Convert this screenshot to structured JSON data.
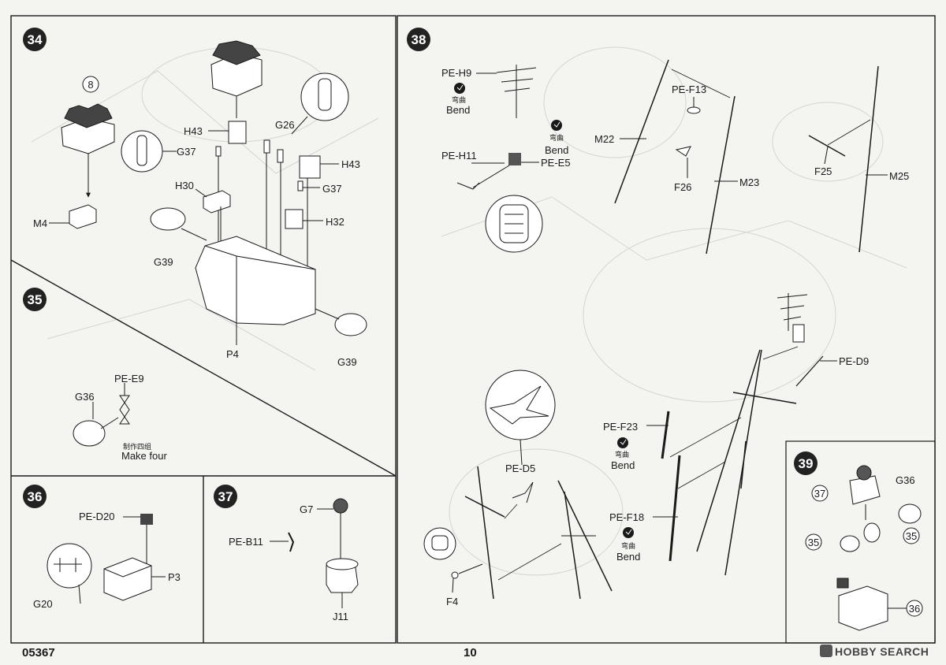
{
  "page": {
    "code": "05367",
    "number": "10",
    "watermark": "HOBBY SEARCH"
  },
  "steps": {
    "s34": {
      "number": "34",
      "ref_circle": "8",
      "labels": {
        "M4": "M4",
        "H43a": "H43",
        "G26": "G26",
        "G37a": "G37",
        "H43b": "H43",
        "G37b": "G37",
        "H30": "H30",
        "H32": "H32",
        "G39a": "G39",
        "P4": "P4",
        "G39b": "G39"
      }
    },
    "s35": {
      "number": "35",
      "labels": {
        "PE_E9": "PE-E9",
        "G36": "G36"
      },
      "note_cn": "制作四组",
      "note_en": "Make four"
    },
    "s36": {
      "number": "36",
      "labels": {
        "PE_D20": "PE-D20",
        "P3": "P3",
        "G20": "G20"
      }
    },
    "s37": {
      "number": "37",
      "labels": {
        "G7": "G7",
        "PE_B11": "PE-B11",
        "J11": "J11"
      }
    },
    "s38": {
      "number": "38",
      "labels": {
        "PE_H9": "PE-H9",
        "PE_H11": "PE-H11",
        "PE_E5": "PE-E5",
        "PE_F13": "PE-F13",
        "M22": "M22",
        "F26": "F26",
        "M23": "M23",
        "F25": "F25",
        "M25": "M25",
        "PE_D9": "PE-D9",
        "PE_D5": "PE-D5",
        "PE_F23": "PE-F23",
        "PE_F18": "PE-F18",
        "F4": "F4"
      },
      "bend_cn": "弯曲",
      "bend_en": "Bend"
    },
    "s39": {
      "number": "39",
      "labels": {
        "G36": "G36",
        "ref37": "37",
        "ref35a": "35",
        "ref35b": "35",
        "ref36": "36"
      }
    }
  },
  "icons": [
    "bend-icon",
    "step-badge",
    "zoom-callout"
  ],
  "colors": {
    "line": "#1a1a1a",
    "paper": "#f4f4f1",
    "badge": "#222222",
    "ghost": "#cfcfcc"
  }
}
